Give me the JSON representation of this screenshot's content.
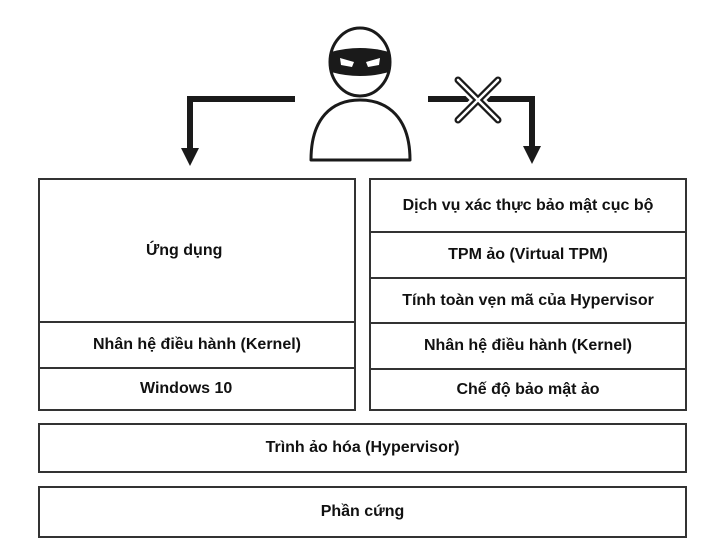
{
  "left_stack": {
    "app_label": "Ứng dụng",
    "kernel_label": "Nhân hệ điều hành (Kernel)",
    "os_label": "Windows 10"
  },
  "right_stack": {
    "local_security_label": "Dịch vụ xác thực bảo mật cục bộ",
    "vtpm_label": "TPM ảo (Virtual TPM)",
    "hvci_label": "Tính toàn vẹn mã của Hypervisor",
    "kernel_label": "Nhân hệ điều hành (Kernel)",
    "vsm_label": "Chế độ bảo mật ảo"
  },
  "hypervisor_label": "Trình ảo hóa (Hypervisor)",
  "hardware_label": "Phần cứng",
  "icons": {
    "attacker": "hooded-attacker-icon",
    "allowed_path": "arrow-down-left-icon",
    "blocked_path": "arrow-down-right-icon",
    "blocked_mark": "x-mark-icon"
  }
}
